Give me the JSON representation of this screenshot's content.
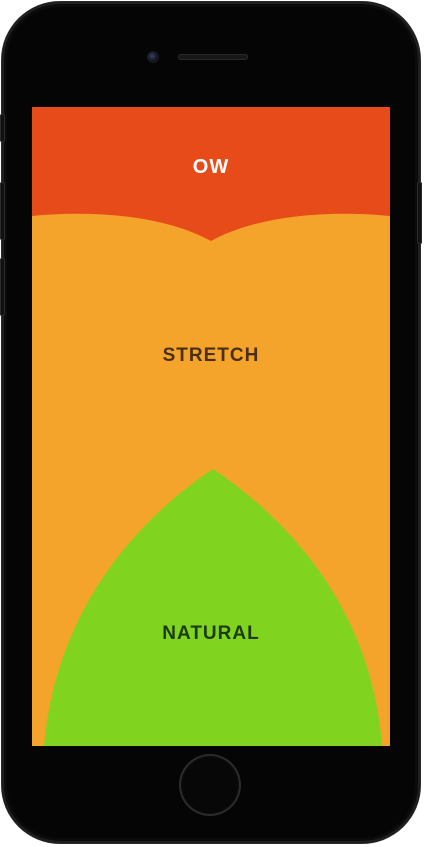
{
  "screen": {
    "zones": [
      {
        "id": "ow",
        "label": "OW",
        "color": "#e84b1a",
        "text_color": "#ffffff"
      },
      {
        "id": "stretch",
        "label": "STRETCH",
        "color": "#f4a42a",
        "text_color": "#4b2f12"
      },
      {
        "id": "natural",
        "label": "NATURAL",
        "color": "#80d41f",
        "text_color": "#1c3b10"
      }
    ]
  }
}
